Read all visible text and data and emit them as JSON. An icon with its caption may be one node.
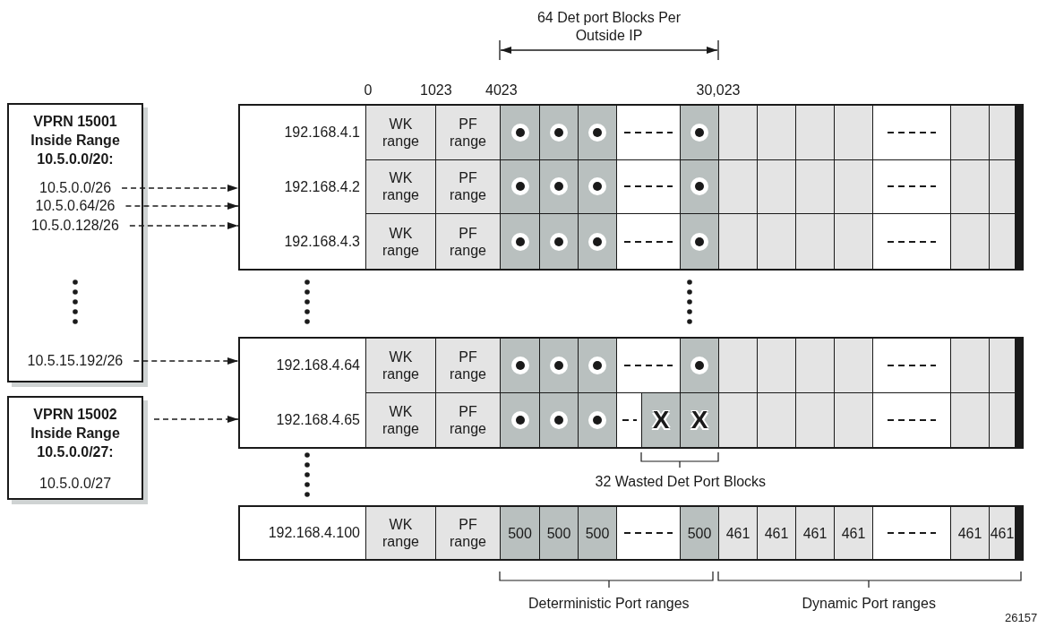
{
  "diagram": {
    "nodes": [
      {
        "text": [
          "VPRN 15001 Inside Range 10.5.0.0/20:"
        ]
      },
      {
        "text": [
          "10.5.0.0/26"
        ],
        "in": 0
      },
      {
        "text": [
          "10.5.0.64/26"
        ],
        "in": 0
      },
      {
        "text": [
          "10.5.0.128/26"
        ],
        "in": 0
      },
      {
        "text": [
          "10.5.15.192/26"
        ],
        "in": 0
      },
      {
        "text": [
          "VPRN 15002 Inside Range 10.5.0.0/27:"
        ]
      },
      {
        "text": [
          "10.5.0.0/27"
        ],
        "in": 5
      },
      {
        "text": [],
        "shape": "box"
      },
      {
        "text": [
          "192.168.4.1"
        ],
        "in": 7
      },
      {
        "text": [
          "WK range"
        ],
        "in": 8
      },
      {
        "text": [
          "PF range"
        ],
        "in": 8
      },
      {
        "text": [],
        "shape": "box",
        "in": 8
      },
      {
        "text": [],
        "shape": "box",
        "in": 8
      },
      {
        "text": [],
        "shape": "box",
        "in": 8
      },
      {
        "text": [],
        "shape": "box",
        "in": 8
      },
      {
        "text": [],
        "shape": "box",
        "in": 8
      },
      {
        "text": [],
        "shape": "box",
        "in": 8
      },
      {
        "text": [],
        "shape": "box",
        "in": 8
      },
      {
        "text": [],
        "shape": "box",
        "in": 8
      },
      {
        "text": [],
        "shape": "box",
        "in": 8
      },
      {
        "text": [],
        "shape": "box",
        "in": 8
      },
      {
        "text": [],
        "shape": "box",
        "in": 8
      },
      {
        "text": [],
        "shape": "box",
        "in": 8
      },
      {
        "text": [
          "192.168.4.2"
        ],
        "in": 7
      },
      {
        "text": [
          "WK range"
        ],
        "in": 23
      },
      {
        "text": [
          "PF range"
        ],
        "in": 23
      },
      {
        "text": [],
        "shape": "box",
        "in": 23
      },
      {
        "text": [],
        "shape": "box",
        "in": 23
      },
      {
        "text": [],
        "shape": "box",
        "in": 23
      },
      {
        "text": [],
        "shape": "box",
        "in": 23
      },
      {
        "text": [],
        "shape": "box",
        "in": 23
      },
      {
        "text": [],
        "shape": "box",
        "in": 23
      },
      {
        "text": [],
        "shape": "box",
        "in": 23
      },
      {
        "text": [],
        "shape": "box",
        "in": 23
      },
      {
        "text": [],
        "shape": "box",
        "in": 23
      },
      {
        "text": [],
        "shape": "box",
        "in": 23
      },
      {
        "text": [],
        "shape": "box",
        "in": 23
      },
      {
        "text": [],
        "shape": "box",
        "in": 23
      },
      {
        "text": [
          "192.168.4.3"
        ],
        "in": 7
      },
      {
        "text": [
          "WK range"
        ],
        "in": 38
      },
      {
        "text": [
          "PF range"
        ],
        "in": 38
      },
      {
        "text": [],
        "shape": "box",
        "in": 38
      },
      {
        "text": [],
        "shape": "box",
        "in": 38
      },
      {
        "text": [],
        "shape": "box",
        "in": 38
      },
      {
        "text": [],
        "shape": "box",
        "in": 38
      },
      {
        "text": [],
        "shape": "box",
        "in": 38
      },
      {
        "text": [],
        "shape": "box",
        "in": 38
      },
      {
        "text": [],
        "shape": "box",
        "in": 38
      },
      {
        "text": [],
        "shape": "box",
        "in": 38
      },
      {
        "text": [],
        "shape": "box",
        "in": 38
      },
      {
        "text": [],
        "shape": "box",
        "in": 38
      },
      {
        "text": [],
        "shape": "box",
        "in": 38
      },
      {
        "text": [],
        "shape": "box",
        "in": 38
      },
      {
        "text": [],
        "shape": "box"
      },
      {
        "text": [
          "192.168.4.64"
        ],
        "in": 53
      },
      {
        "text": [
          "WK range"
        ],
        "in": 54
      },
      {
        "text": [
          "PF range"
        ],
        "in": 54
      },
      {
        "text": [],
        "shape": "box",
        "in": 54
      },
      {
        "text": [],
        "shape": "box",
        "in": 54
      },
      {
        "text": [],
        "shape": "box",
        "in": 54
      },
      {
        "text": [],
        "shape": "box",
        "in": 54
      },
      {
        "text": [],
        "shape": "box",
        "in": 54
      },
      {
        "text": [],
        "shape": "box",
        "in": 54
      },
      {
        "text": [],
        "shape": "box",
        "in": 54
      },
      {
        "text": [],
        "shape": "box",
        "in": 54
      },
      {
        "text": [],
        "shape": "box",
        "in": 54
      },
      {
        "text": [],
        "shape": "box",
        "in": 54
      },
      {
        "text": [],
        "shape": "box",
        "in": 54
      },
      {
        "text": [],
        "shape": "box",
        "in": 54
      },
      {
        "text": [
          "192.168.4.65"
        ],
        "in": 53
      },
      {
        "text": [
          "WK range"
        ],
        "in": 69
      },
      {
        "text": [
          "PF range"
        ],
        "in": 69
      },
      {
        "text": [],
        "shape": "box",
        "in": 69
      },
      {
        "text": [],
        "shape": "box",
        "in": 69
      },
      {
        "text": [],
        "shape": "box",
        "in": 69
      },
      {
        "text": [],
        "shape": "box",
        "in": 69
      },
      {
        "text": [
          "X"
        ],
        "in": 69
      },
      {
        "text": [
          "X"
        ],
        "in": 69
      },
      {
        "text": [],
        "shape": "box",
        "in": 69
      },
      {
        "text": [],
        "shape": "box",
        "in": 69
      },
      {
        "text": [],
        "shape": "box",
        "in": 69
      },
      {
        "text": [],
        "shape": "box",
        "in": 69
      },
      {
        "text": [],
        "shape": "box",
        "in": 69
      },
      {
        "text": [],
        "shape": "box",
        "in": 69
      },
      {
        "text": [],
        "shape": "box",
        "in": 69
      },
      {
        "text": [],
        "shape": "box"
      },
      {
        "text": [
          "192.168.4.100"
        ],
        "in": 85
      },
      {
        "text": [
          "WK range"
        ],
        "in": 86
      },
      {
        "text": [
          "PF range"
        ],
        "in": 86
      },
      {
        "text": [
          "500"
        ],
        "in": 86
      },
      {
        "text": [
          "500"
        ],
        "in": 86
      },
      {
        "text": [
          "500"
        ],
        "in": 86
      },
      {
        "text": [],
        "shape": "box",
        "in": 86
      },
      {
        "text": [
          "500"
        ],
        "in": 86
      },
      {
        "text": [
          "461"
        ],
        "in": 86
      },
      {
        "text": [
          "461"
        ],
        "in": 86
      },
      {
        "text": [
          "461"
        ],
        "in": 86
      },
      {
        "text": [
          "461"
        ],
        "in": 86
      },
      {
        "text": [],
        "shape": "box",
        "in": 86
      },
      {
        "text": [
          "461"
        ],
        "in": 86
      },
      {
        "text": [
          "461"
        ],
        "in": 86
      }
    ],
    "edges": [
      {
        "from": 1,
        "to": 7,
        "arrow": "to",
        "style": "dashed"
      },
      {
        "from": 2,
        "to": 7,
        "arrow": "to",
        "style": "dashed"
      },
      {
        "from": 3,
        "to": 7,
        "arrow": "to",
        "style": "dashed"
      },
      {
        "from": 4,
        "to": 53,
        "arrow": "to",
        "style": "dashed"
      },
      {
        "from": 5,
        "to": 53,
        "arrow": "to",
        "style": "dashed"
      }
    ],
    "labels": [
      "64 Det port Blocks Per Outside IP",
      "0",
      "1023",
      "4023",
      "30,023",
      "32 Wasted Det Port Blocks",
      "Deterministic Port ranges",
      "Dynamic Port ranges",
      "26157"
    ]
  }
}
